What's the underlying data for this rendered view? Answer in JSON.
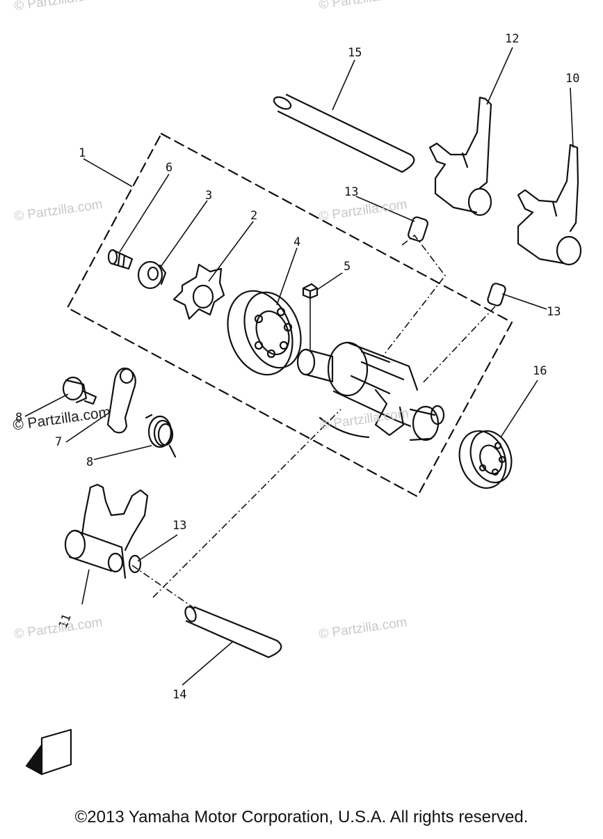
{
  "callouts": [
    {
      "id": "1",
      "label": "1"
    },
    {
      "id": "2",
      "label": "2"
    },
    {
      "id": "3",
      "label": "3"
    },
    {
      "id": "4",
      "label": "4"
    },
    {
      "id": "5",
      "label": "5"
    },
    {
      "id": "6",
      "label": "6"
    },
    {
      "id": "7",
      "label": "7"
    },
    {
      "id": "8",
      "label": "8"
    },
    {
      "id": "9",
      "label": "8"
    },
    {
      "id": "10",
      "label": "10"
    },
    {
      "id": "11",
      "label": "11"
    },
    {
      "id": "12",
      "label": "12"
    },
    {
      "id": "13a",
      "label": "13"
    },
    {
      "id": "13b",
      "label": "13"
    },
    {
      "id": "13c",
      "label": "13"
    },
    {
      "id": "14",
      "label": "14"
    },
    {
      "id": "15",
      "label": "15"
    },
    {
      "id": "16",
      "label": "16"
    }
  ],
  "watermark": "© Partzilla.com",
  "fwd_label": "FWD",
  "copyright": "©2013  Yamaha Motor Corporation, U.S.A. All rights reserved."
}
